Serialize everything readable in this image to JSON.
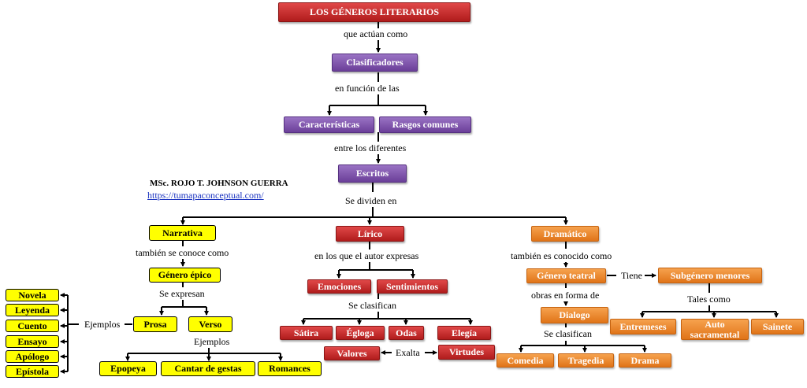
{
  "title": "LOS GÉNEROS LITERARIOS",
  "author": "MSc. ROJO T. JOHNSON GUERRA",
  "link": "https://tumapaconceptual.com/",
  "connectors": {
    "c1": "que actúan como",
    "c2": "en función de las",
    "c3": "entre los diferentes",
    "c4": "Se dividen en",
    "c5": "también se conoce como",
    "c6": "Se expresan",
    "c7": "Ejemplos",
    "c8": "Ejemplos",
    "c9": "en los que el autor expresas",
    "c10": "Se clasifican",
    "c11": "Exalta",
    "c12": "también es conocido como",
    "c13": "Tiene",
    "c14": "obras en forma de",
    "c15": "Se clasifican",
    "c16": "Tales como"
  },
  "nodes": {
    "clasificadores": "Clasificadores",
    "caracteristicas": "Características",
    "rasgos": "Rasgos comunes",
    "escritos": "Escritos",
    "narrativa": "Narrativa",
    "lirico": "Lírico",
    "dramatico": "Dramático",
    "genero_epico": "Género épico",
    "prosa": "Prosa",
    "verso": "Verso",
    "novela": "Novela",
    "leyenda": "Leyenda",
    "cuento": "Cuento",
    "ensayo": "Ensayo",
    "apologo": "Apólogo",
    "epistola": "Epístola",
    "epopeya": "Epopeya",
    "cantar": "Cantar de gestas",
    "romances": "Romances",
    "emociones": "Emociones",
    "sentimientos": "Sentimientos",
    "satira": "Sátira",
    "egloga": "Égloga",
    "odas": "Odas",
    "elegia": "Elegía",
    "valores": "Valores",
    "virtudes": "Virtudes",
    "genero_teatral": "Género teatral",
    "subgenero": "Subgénero menores",
    "dialogo": "Dialogo",
    "entremeses": "Entremeses",
    "auto": "Auto sacramental",
    "sainete": "Sainete",
    "comedia": "Comedia",
    "tragedia": "Tragedia",
    "drama": "Drama"
  }
}
